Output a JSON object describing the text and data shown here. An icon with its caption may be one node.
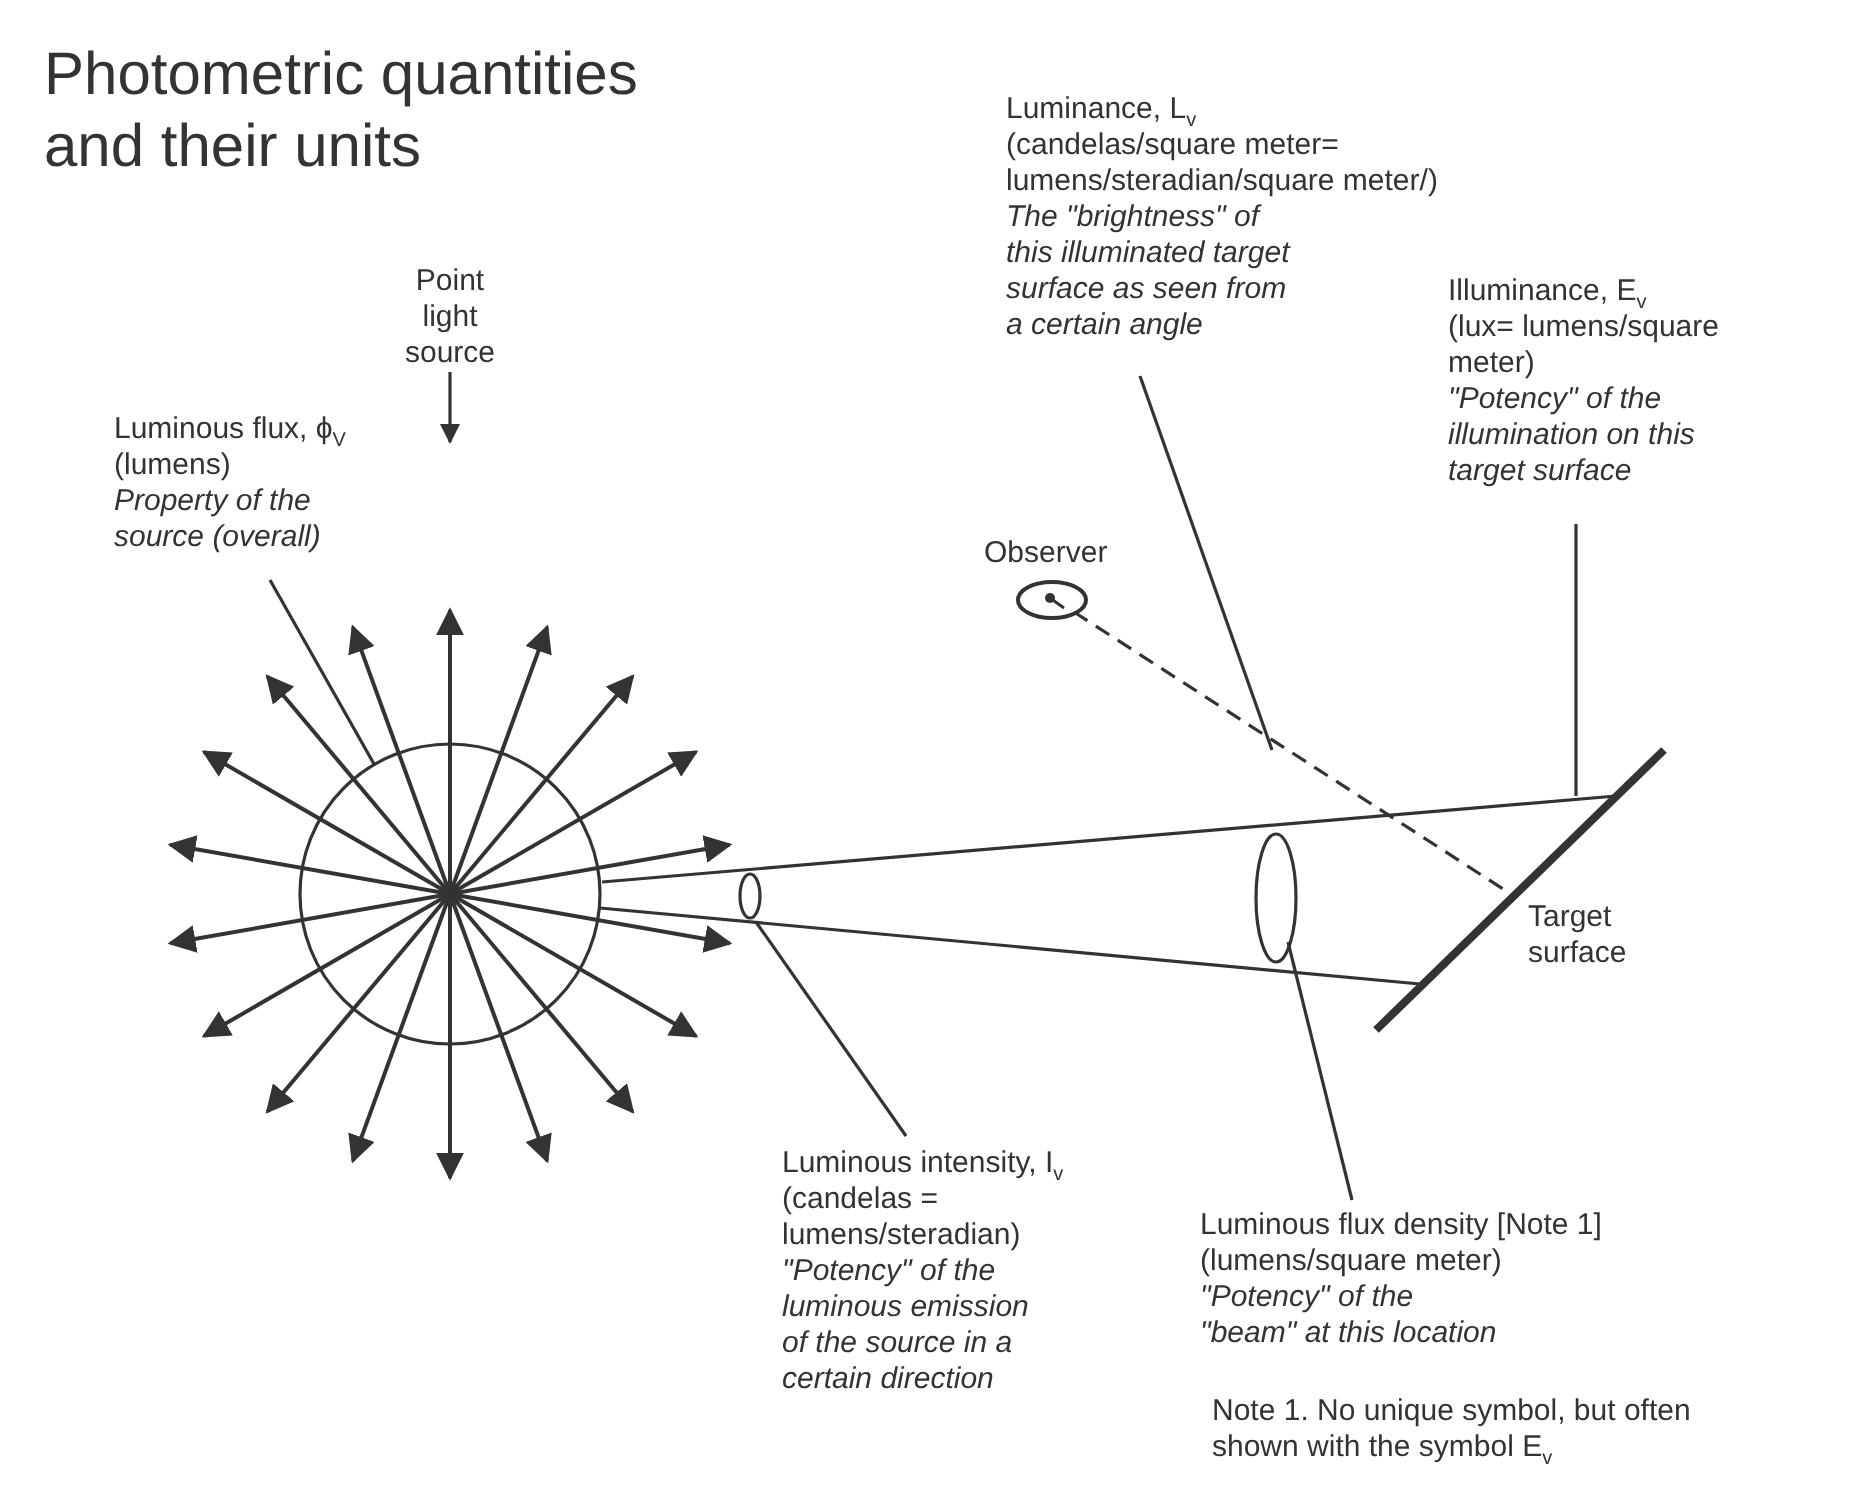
{
  "diagram": {
    "title": "Photometric quantities and their units",
    "nodes": [
      {
        "text": [
          "Point light source"
        ]
      },
      {
        "text": [],
        "shape": "circle"
      },
      {
        "text": [
          "Luminous flux, ϕ$_{V}$",
          "(lumens)",
          "Property of the source (overall)"
        ]
      },
      {
        "text": [],
        "shape": "ellipse"
      },
      {
        "text": [
          "Luminous intensity, I$_{v}$",
          "(candelas = lumens/steradian)",
          "\"Potency\" of the luminous emission of the source in a certain direction"
        ]
      },
      {
        "text": [],
        "shape": "ellipse"
      },
      {
        "text": [
          "Luminous flux density [Note 1]",
          "(lumens/square meter)",
          "\"Potency\" of the \"beam\" at this location"
        ]
      },
      {
        "text": [
          "Target surface"
        ]
      },
      {
        "text": [
          "Illuminance, E$_{v}$",
          "(lux= lumens/square meter)",
          "\"Potency\" of the illumination on this target surface"
        ]
      },
      {
        "text": [],
        "shape": "eye",
        "beside": [
          "Observer"
        ]
      },
      {
        "text": [
          "Luminance, L$_{v}$",
          "(candelas/square meter= lumens/steradian/square meter/)",
          "The \"brightness\" of this illuminated target surface as seen from a certain angle"
        ]
      }
    ],
    "edges": [
      {
        "from": 0,
        "to": null,
        "arrow": "to"
      },
      {
        "from": 2,
        "to": 1,
        "arrow": "none"
      },
      {
        "from": 4,
        "to": 3,
        "arrow": "none"
      },
      {
        "from": 6,
        "to": 5,
        "arrow": "none"
      },
      {
        "from": 8,
        "to": 7,
        "arrow": "none"
      },
      {
        "from": 10,
        "to": null,
        "arrow": "none"
      },
      {
        "from": 9,
        "to": 7,
        "arrow": "none",
        "style": "dashed"
      },
      {
        "from": 1,
        "to": 7,
        "arrow": "none"
      },
      {
        "from": 1,
        "to": 7,
        "arrow": "none"
      }
    ],
    "labels": [
      "Note 1. No unique symbol, but often shown with the symbol E$_{v}$"
    ]
  }
}
